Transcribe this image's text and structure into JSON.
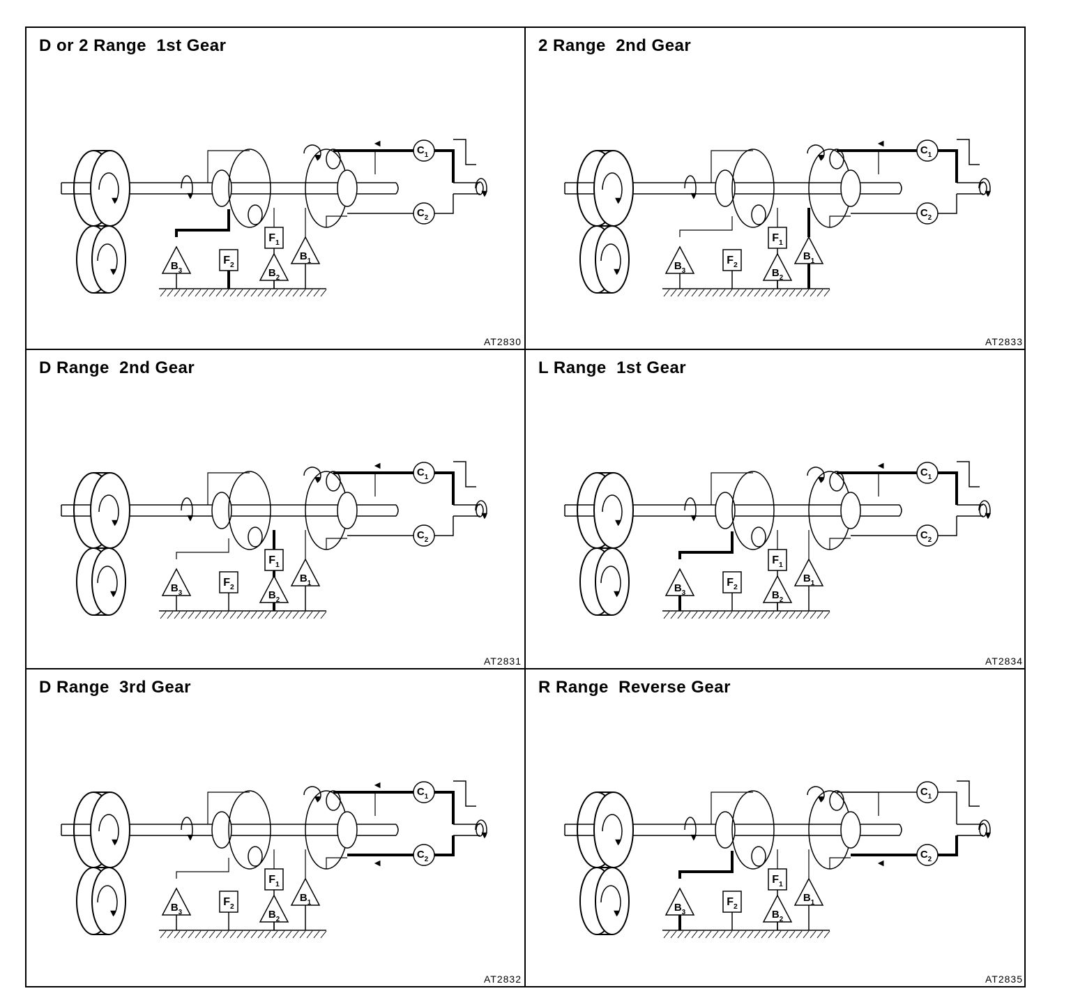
{
  "panels": [
    {
      "title": "D or 2 Range  1st Gear",
      "code": "AT2830",
      "held": [
        "F2"
      ],
      "active": [
        "C1"
      ],
      "output_path": "C1"
    },
    {
      "title": "2 Range  2nd Gear",
      "code": "AT2833",
      "held": [
        "B1"
      ],
      "active": [
        "C1"
      ],
      "output_path": "C1"
    },
    {
      "title": "D Range  2nd Gear",
      "code": "AT2831",
      "held": [
        "F1",
        "B2"
      ],
      "active": [
        "C1"
      ],
      "output_path": "C1"
    },
    {
      "title": "L Range  1st Gear",
      "code": "AT2834",
      "held": [
        "B3"
      ],
      "active": [
        "C1"
      ],
      "output_path": "C1"
    },
    {
      "title": "D Range  3rd Gear",
      "code": "AT2832",
      "held": [],
      "active": [
        "C1",
        "C2"
      ],
      "output_path": "C1C2"
    },
    {
      "title": "R Range  Reverse Gear",
      "code": "AT2835",
      "held": [
        "B3"
      ],
      "active": [
        "C2"
      ],
      "output_path": "C2"
    }
  ],
  "labels": {
    "C1": "C",
    "C2": "C",
    "F1": "F",
    "F2": "F",
    "B1": "B",
    "B2": "B",
    "B3": "B",
    "sub1": "1",
    "sub2": "2",
    "sub3": "3"
  },
  "colors": {
    "line": "#000000",
    "background": "#ffffff"
  }
}
